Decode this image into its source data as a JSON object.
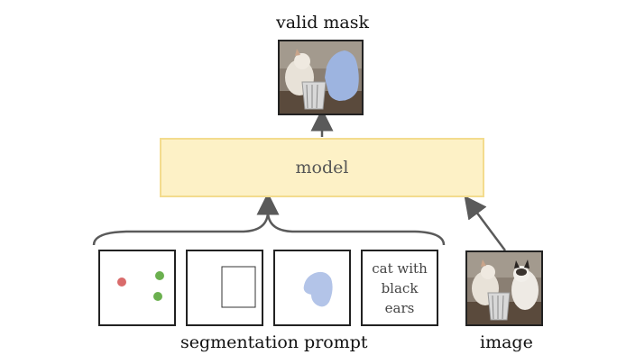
{
  "labels": {
    "output": "valid mask",
    "model": "model",
    "prompt_group": "segmentation prompt",
    "image": "image"
  },
  "prompts": {
    "text_prompt_line1": "cat with",
    "text_prompt_line2": "black ears"
  },
  "colors": {
    "model_fill": "#fdf1c6",
    "model_border": "#f3dc8e",
    "point_negative": "#d96b6b",
    "point_positive": "#6bb04f",
    "mask_blue": "#9db4e0",
    "arrow": "#5a5a5a"
  }
}
